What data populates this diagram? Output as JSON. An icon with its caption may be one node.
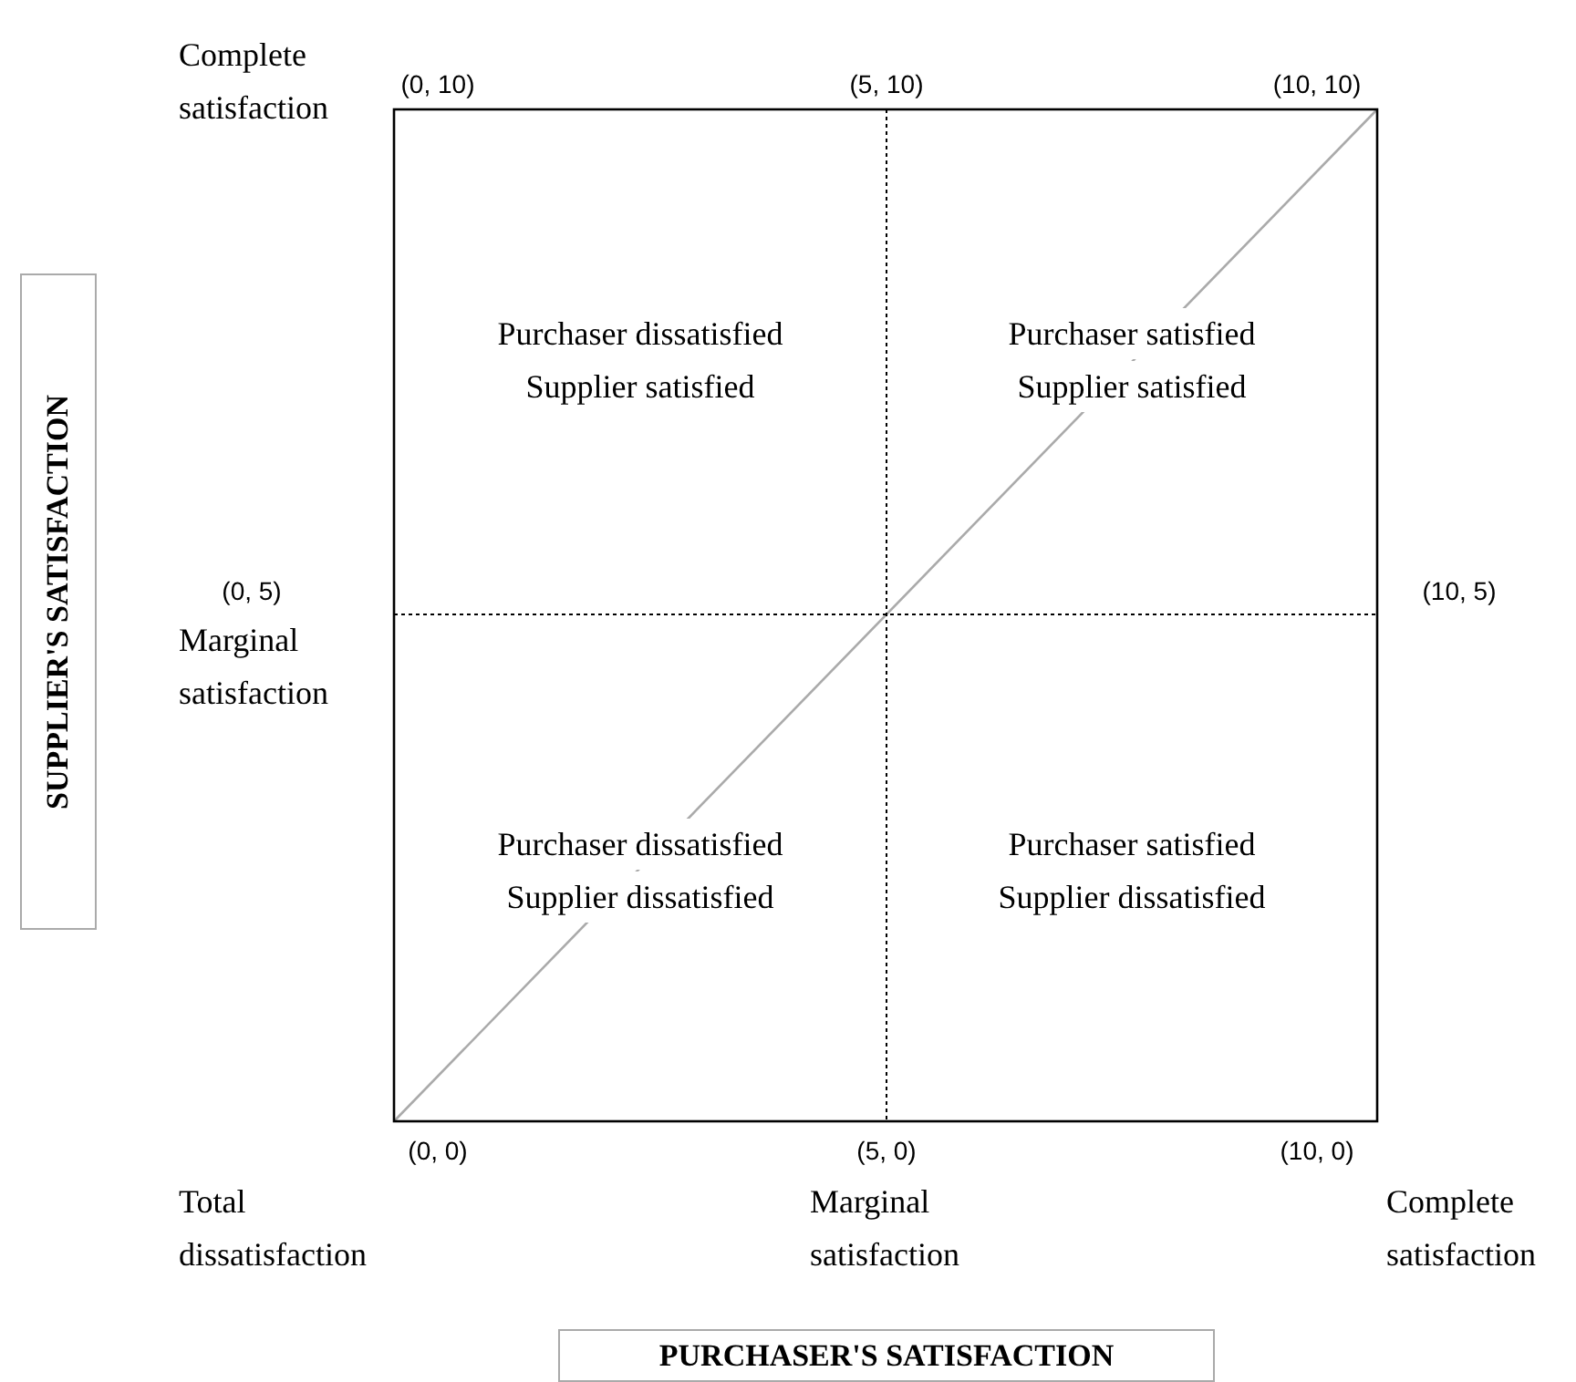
{
  "diagram": {
    "nodes": [
      {
        "text": [
          "Purchaser dissatisfied",
          "Supplier satisfied"
        ]
      },
      {
        "text": [
          "Purchaser satisfied",
          "Supplier satisfied"
        ]
      },
      {
        "text": [
          "Purchaser dissatisfied",
          "Supplier dissatisfied"
        ]
      },
      {
        "text": [
          "Purchaser satisfied",
          "Supplier dissatisfied"
        ]
      },
      {
        "text": [
          "SUPPLIER'S SATISFACTION"
        ]
      },
      {
        "text": [
          "PURCHASER'S SATISFACTION"
        ]
      }
    ],
    "edges": [],
    "labels": [
      "Complete satisfaction",
      "(0, 10)",
      "(5, 10)",
      "(10, 10)",
      "(0, 5)",
      "(10, 5)",
      "Marginal satisfaction",
      "(0, 0)",
      "(5, 0)",
      "(10, 0)",
      "Total dissatisfaction",
      "Marginal satisfaction",
      "Complete satisfaction"
    ]
  }
}
